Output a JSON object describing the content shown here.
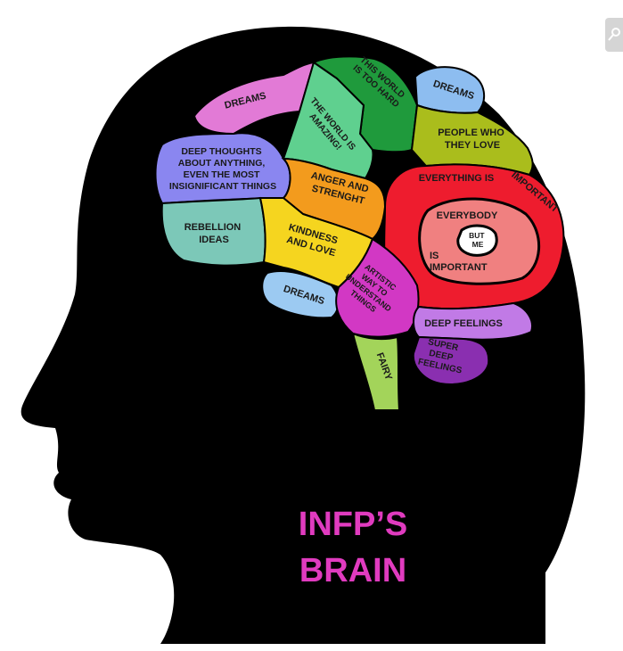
{
  "image": {
    "title_line1": "INFP’S",
    "title_line2": "BRAIN",
    "title_color": "#e03bbf",
    "head_color": "#000000"
  },
  "regions": {
    "dreams_top_left": "DREAMS",
    "this_world": [
      "THIS WORLD",
      "IS TOO HARD"
    ],
    "dreams_top_right": "DREAMS",
    "world_amazing": [
      "THE WORLD IS",
      "AMAZING!"
    ],
    "people_love": [
      "PEOPLE WHO",
      "THEY LOVE"
    ],
    "deep_thoughts": [
      "DEEP THOUGHTS",
      "ABOUT ANYTHING,",
      "EVEN THE MOST",
      "INSIGNIFICANT THINGS"
    ],
    "anger": [
      "ANGER AND",
      "STRENGHT"
    ],
    "everything_is": "EVERYTHING IS",
    "important": "IMPORTANT",
    "everybody": "EVERYBODY",
    "but_me": [
      "BUT",
      "ME"
    ],
    "is_important": [
      "IS",
      "IMPORTANT"
    ],
    "rebellion": [
      "REBELLION",
      "IDEAS"
    ],
    "kindness": [
      "KINDNESS",
      "AND LOVE"
    ],
    "dreams_bottom": "DREAMS",
    "artistic": [
      "ARTISTIC",
      "WAY TO",
      "UNDERSTAND",
      "THINGS"
    ],
    "deep_feelings": "DEEP FEELINGS",
    "super_deep": [
      "SUPER",
      "DEEP",
      "FEELINGS"
    ],
    "fairy": "FAIRY"
  },
  "colors": {
    "dreams_pink": "#e27ad6",
    "world_hard_green": "#1f9a3c",
    "world_amazing_green": "#5fd08f",
    "dreams_blue": "#8dbdf0",
    "people_olive": "#aabd1c",
    "thoughts_purple": "#8a86f0",
    "anger_orange": "#f39b1d",
    "important_red": "#ee1c2e",
    "everybody_salmon": "#f08080",
    "rebellion_teal": "#7cc8b8",
    "kindness_yellow": "#f5d51f",
    "dreams_lightblue": "#9ccaf2",
    "artistic_magenta": "#d238c4",
    "deep_lilac": "#c17ae6",
    "super_deep_purple": "#8a2fb0",
    "fairy_green": "#a3d45a"
  },
  "icons": {
    "corner": "image-search-icon"
  }
}
